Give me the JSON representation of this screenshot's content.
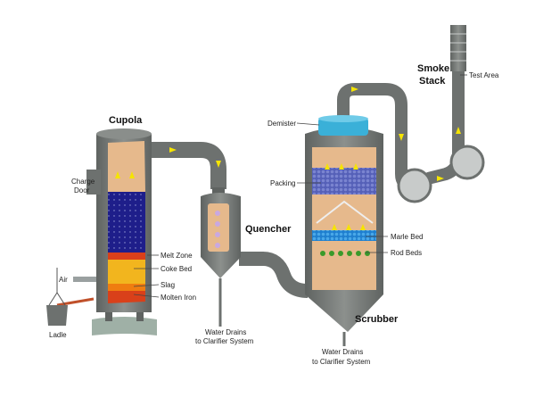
{
  "title": "Cupola emission control process",
  "units": {
    "cupola": {
      "name": "Cupola",
      "charge_door": [
        "Charge",
        "Door"
      ],
      "melt_zone": "Melt Zone",
      "coke_bed": "Coke Bed",
      "slag": "Slag",
      "molten_iron": "Molten Iron",
      "air": "Air",
      "ladle": "Ladle"
    },
    "quencher": {
      "name": "Quencher",
      "drain": [
        "Water Drains",
        "to Clarifier System"
      ]
    },
    "scrubber": {
      "name": "Scrubber",
      "demister": "Demister",
      "packing": "Packing",
      "marle_bed": "Marle Bed",
      "rod_beds": "Rod Beds",
      "drain": [
        "Water Drains",
        "to Clarifier System"
      ]
    },
    "stack": {
      "name": [
        "Smoke",
        "Stack"
      ],
      "test_area": "Test Area"
    }
  },
  "colors": {
    "steel": "#7b7f7c",
    "steel_dark": "#5f6361",
    "tan": "#e6b98c",
    "blue": "#1e1e8a",
    "coke": "#f2b51e",
    "slag": "#ef7d10",
    "iron": "#d9401a",
    "demister": "#3ab0d8",
    "arrow": "#f5e400"
  }
}
